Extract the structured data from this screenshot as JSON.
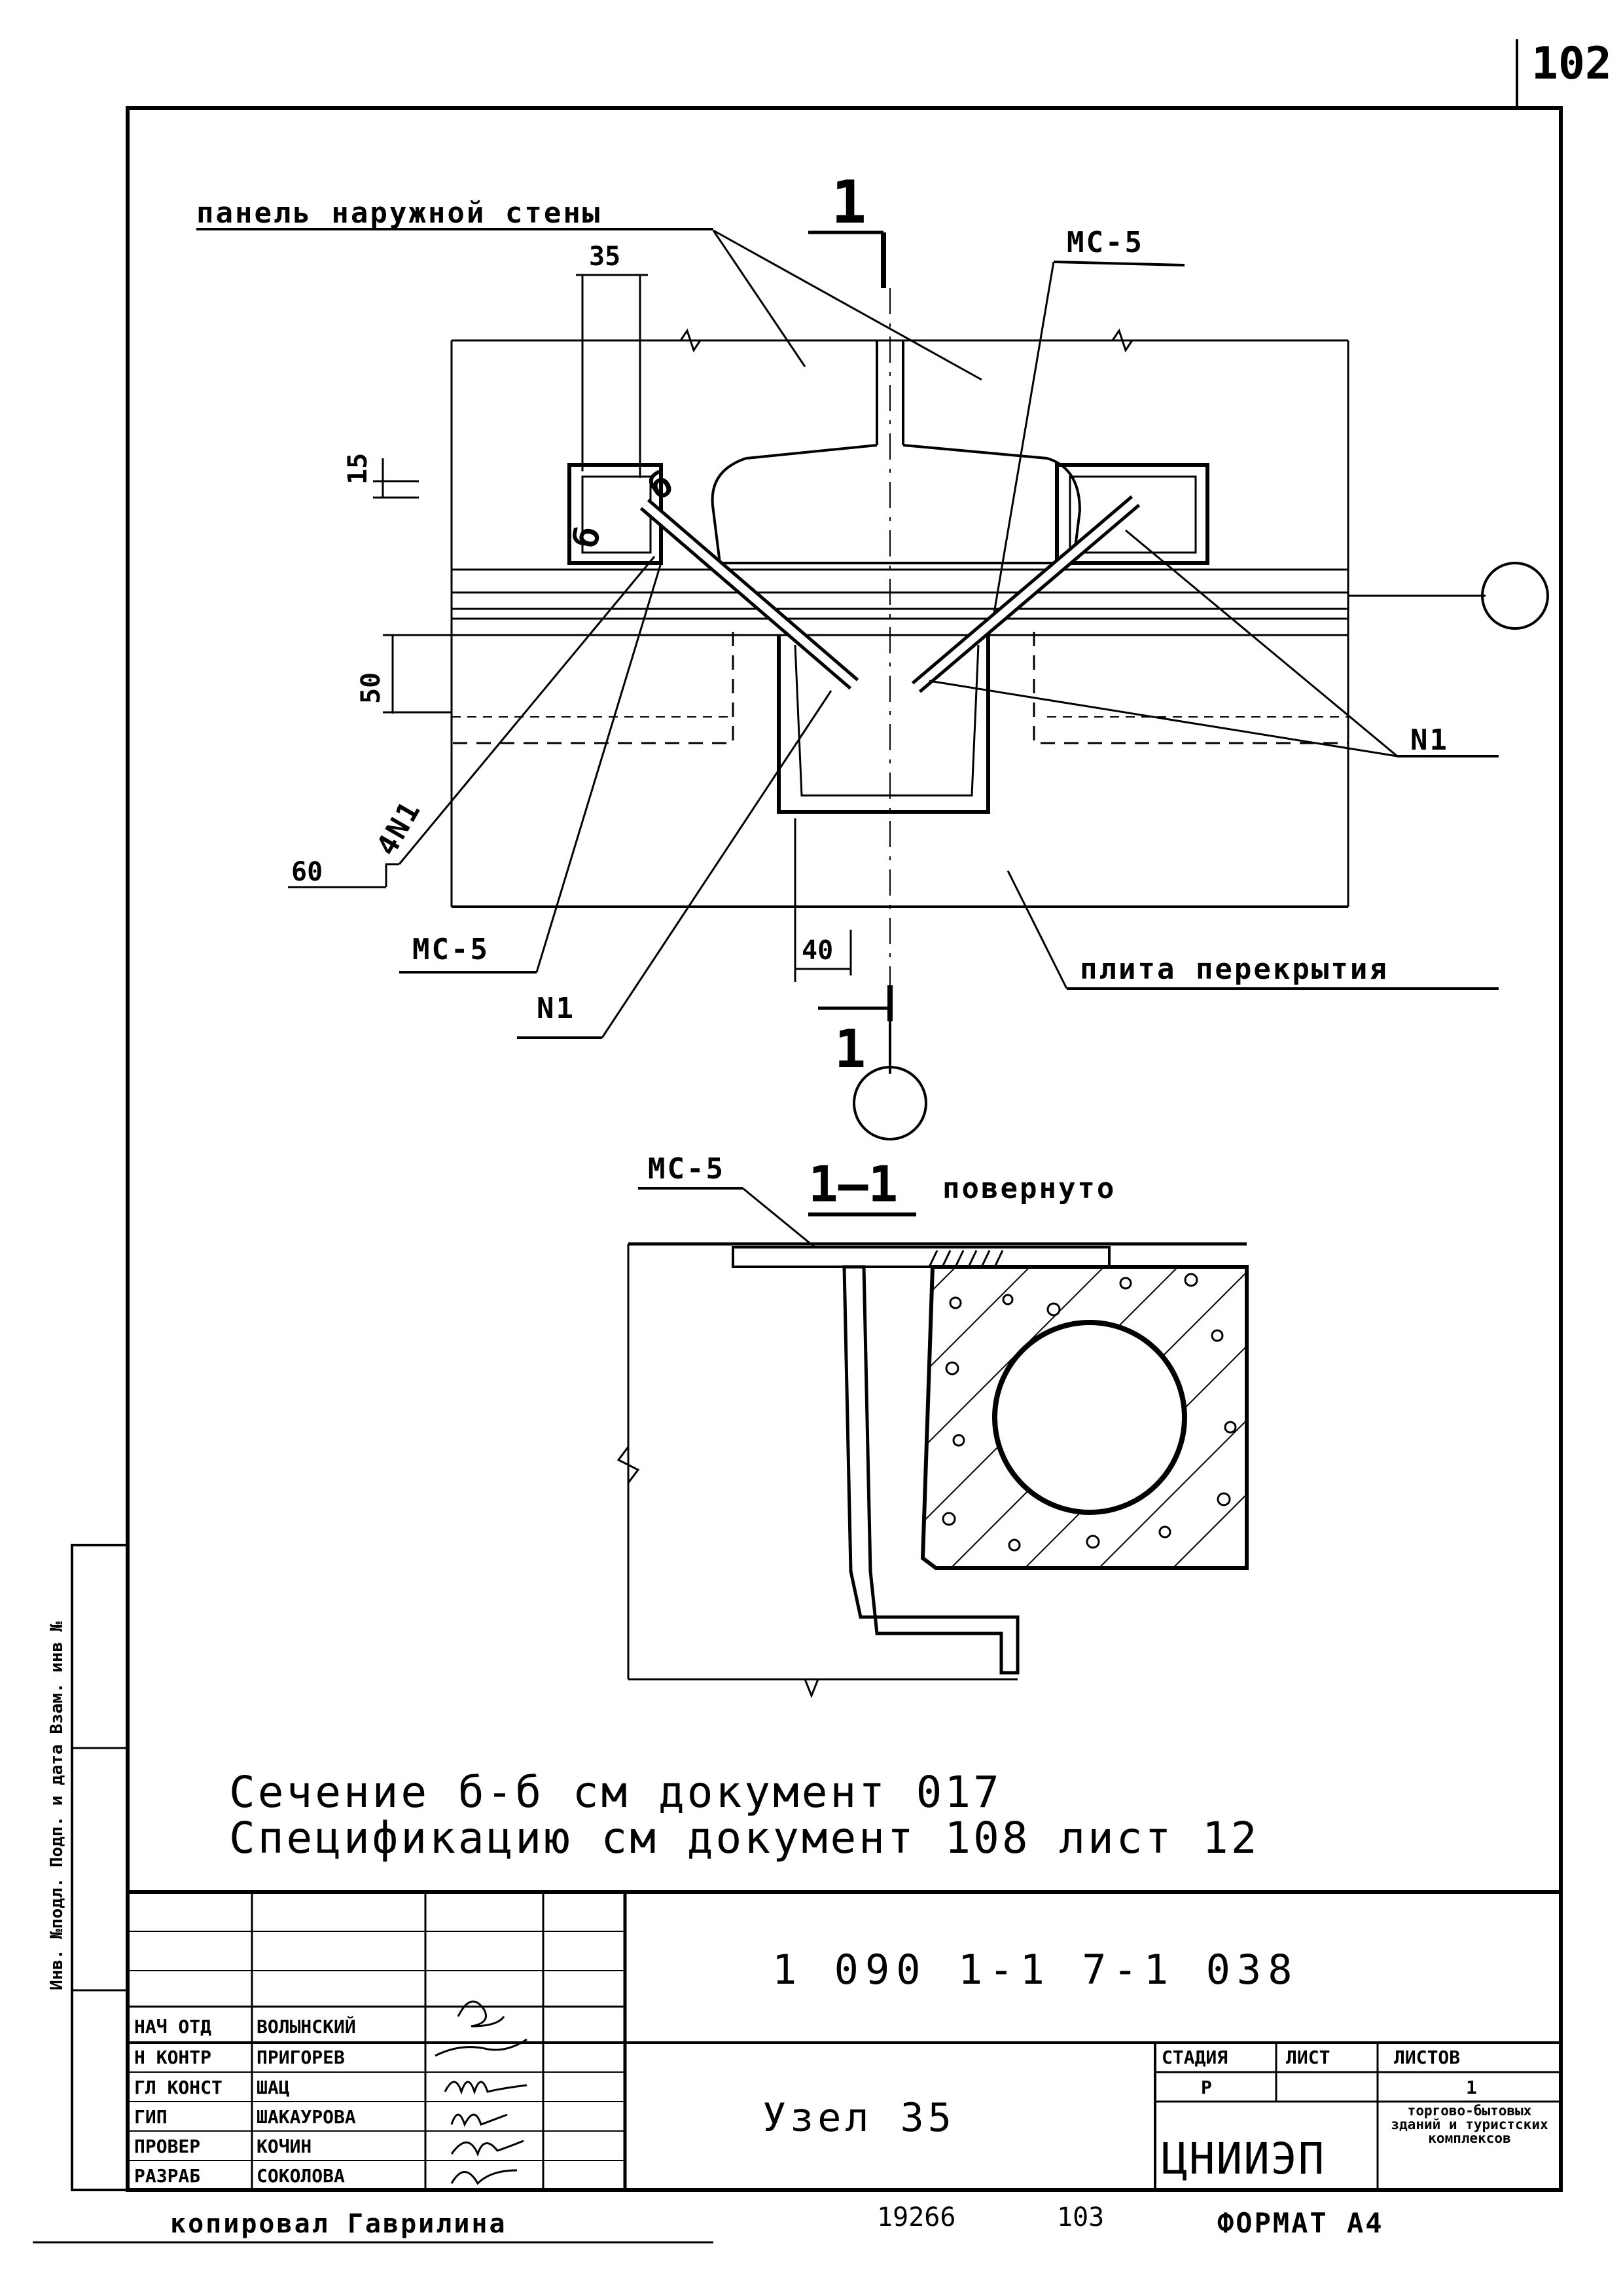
{
  "page_number": "102",
  "plan": {
    "label_wall_panel": "панель наружной стены",
    "label_slab": "плита перекрытия",
    "section_mark_top": "1",
    "section_mark_bottom": "1",
    "dim_35": "35",
    "dim_15": "15",
    "dim_50": "50",
    "dim_60": "60",
    "dim_40": "40",
    "label_mc5_top": "МС-5",
    "label_mc5_left": "МС-5",
    "label_n1_right": "N1",
    "label_n1_left": "N1",
    "label_4n1": "4N1",
    "label_b_left": "б",
    "label_b_right": "б"
  },
  "section": {
    "title": "1—1",
    "subtitle": "повернуто",
    "label_mc5": "МС-5"
  },
  "notes": [
    "Сечение б-б см документ 017",
    "Спецификацию см документ 108 лист 12"
  ],
  "side_stamp": {
    "text": "Инв. №подл. Подп. и дата Взам. инв №"
  },
  "title_block": {
    "code": "1 090 1-1 7-1 038",
    "roles": [
      "НАЧ ОТД",
      "Н КОНТР",
      "ГЛ КОНСТ",
      "ГИП",
      "ПРОВЕР",
      "РАЗРАБ"
    ],
    "names": [
      "ВОЛЫНСКИЙ",
      "ПРИГОРЕВ",
      "ШАЦ",
      "ШАКАУРОВА",
      "КОЧИН",
      "СОКОЛОВА"
    ],
    "sheet_title": "Узел 35",
    "stage_header": "СТАДИЯ",
    "sheet_header": "ЛИСТ",
    "sheets_header": "ЛИСТОВ",
    "stage_value": "Р",
    "sheets_value": "1",
    "org_name": "ЦНИИЭП",
    "org_desc": "торгово-бытовых зданий и туристских комплексов"
  },
  "footer": {
    "copied_by": "копировал Гаврилина",
    "number_1": "19266",
    "number_2": "103",
    "format": "ФОРМАТ А4"
  }
}
